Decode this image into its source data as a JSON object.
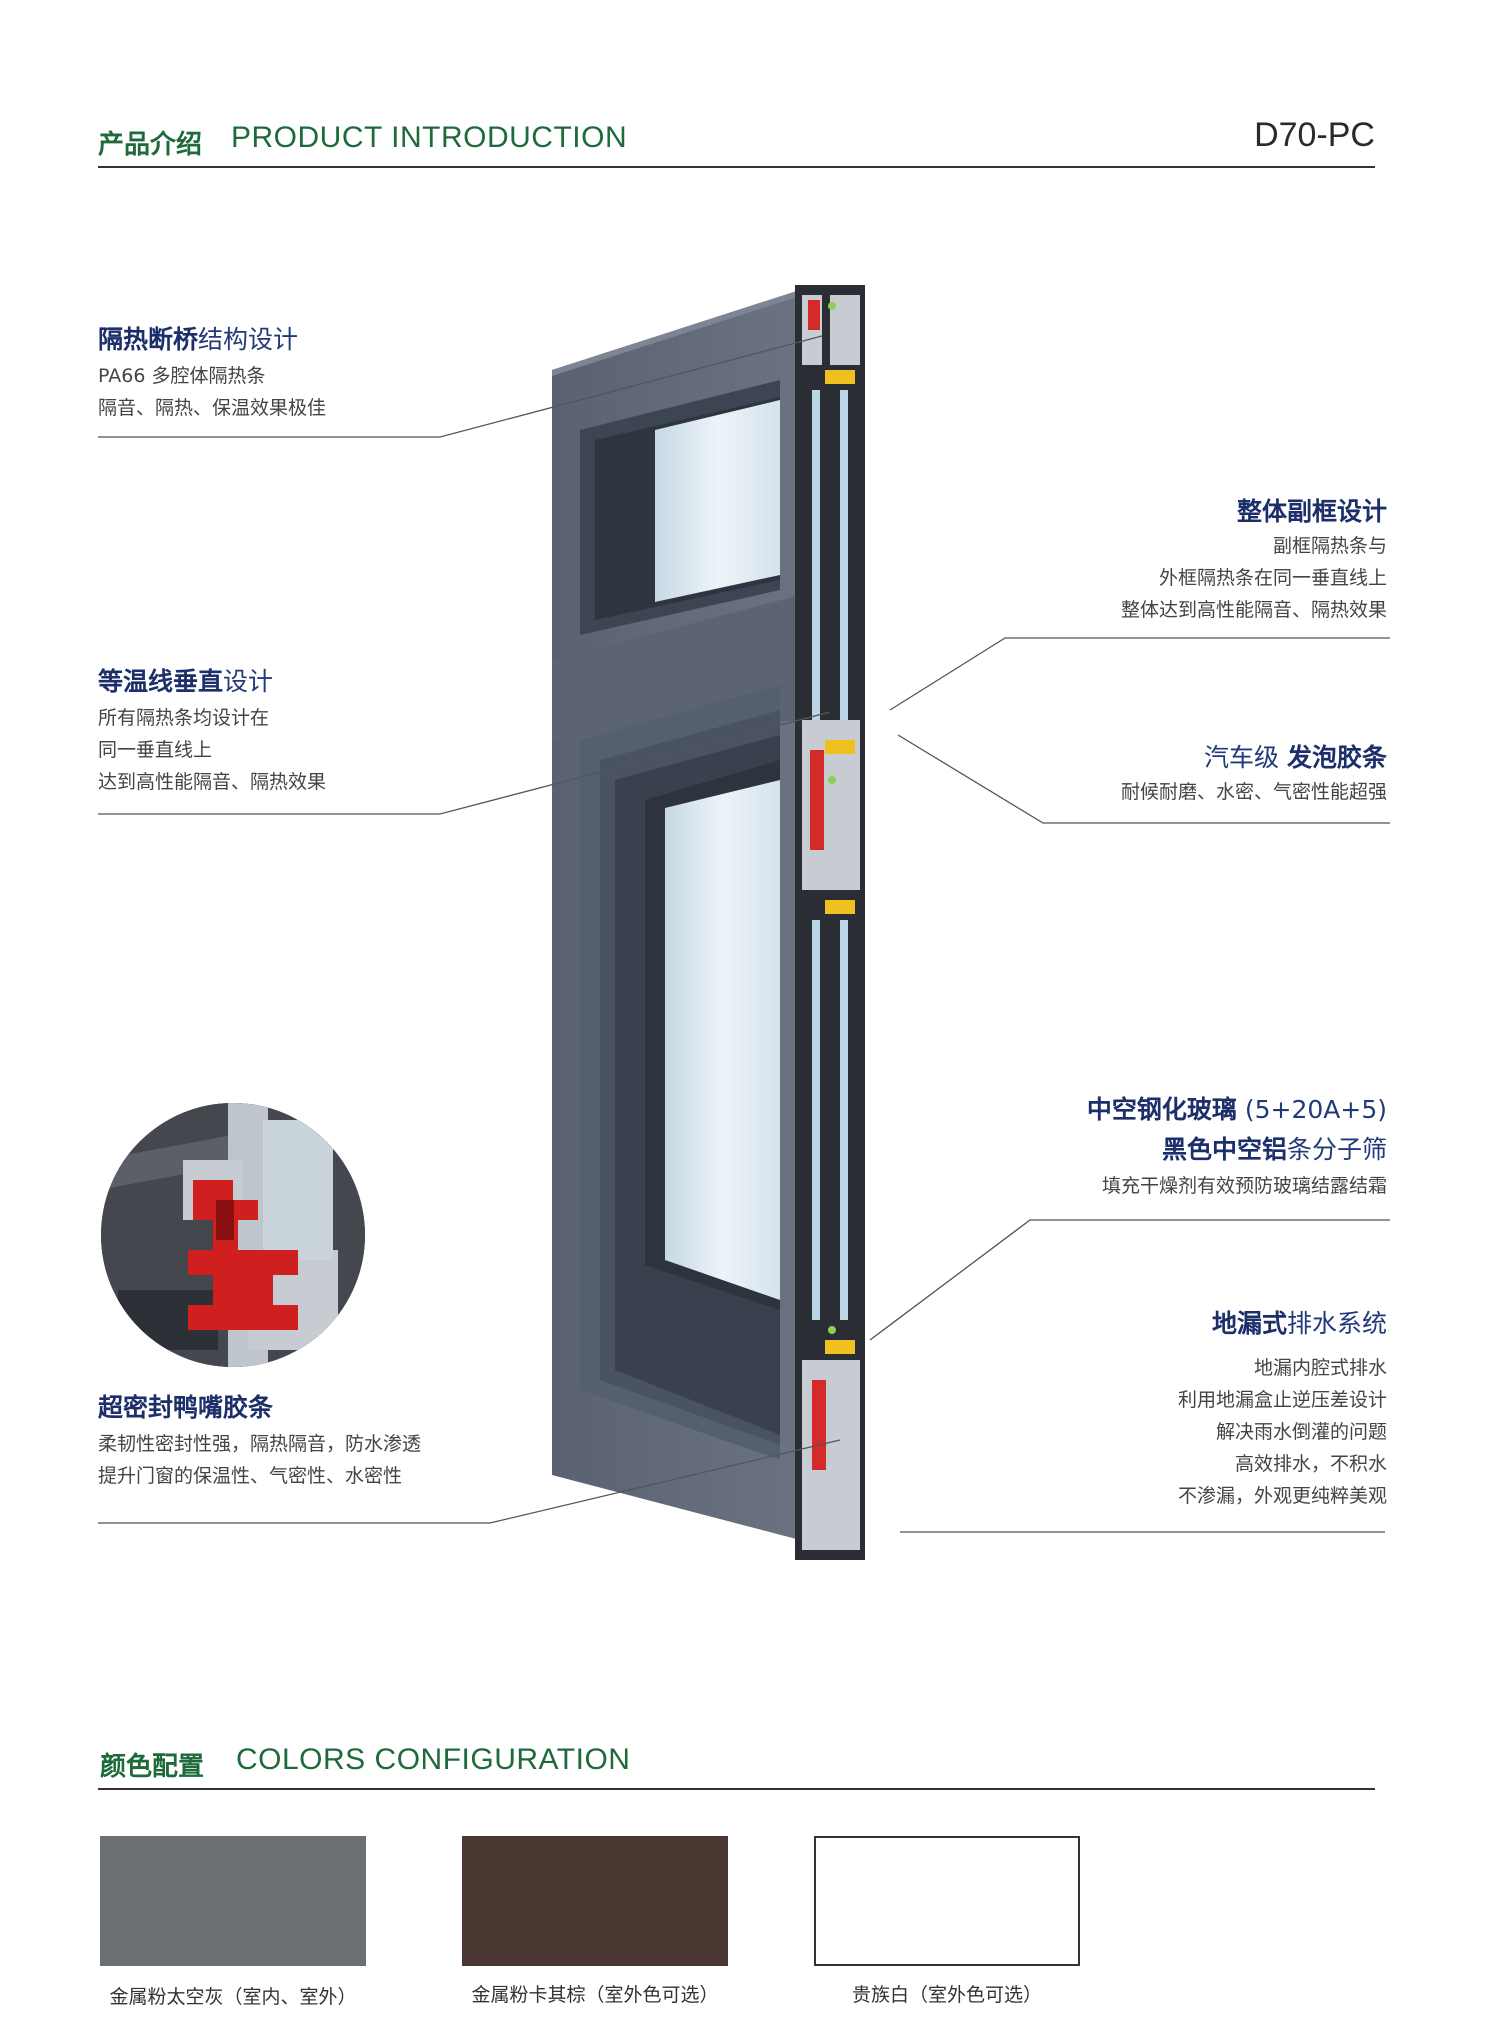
{
  "header": {
    "title_cn": "产品介绍",
    "title_en": "PRODUCT INTRODUCTION",
    "model": "D70-PC"
  },
  "features": {
    "thermal_break": {
      "title_bold": "隔热断桥",
      "title_rest": "结构设计",
      "lines": [
        "PA66 多腔体隔热条",
        "隔音、隔热、保温效果极佳"
      ]
    },
    "subframe": {
      "title_bold": "整体副框设计",
      "title_rest": "",
      "lines": [
        "副框隔热条与",
        "外框隔热条在同一垂直线上",
        "整体达到高性能隔音、隔热效果"
      ]
    },
    "isotherm": {
      "title_bold": "等温线垂直",
      "title_rest": "设计",
      "lines": [
        "所有隔热条均设计在",
        "同一垂直线上",
        "达到高性能隔音、隔热效果"
      ]
    },
    "foam_strip": {
      "title_pre": "汽车级 ",
      "title_bold": "发泡胶条",
      "lines": [
        "耐候耐磨、水密、气密性能超强"
      ]
    },
    "glass": {
      "title1_bold": "中空钢化玻璃",
      "title1_rest": " (5+20A+5)",
      "title2_bold": "黑色中空铝",
      "title2_rest": "条分子筛",
      "lines": [
        "填充干燥剂有效预防玻璃结露结霜"
      ]
    },
    "drainage": {
      "title_bold": "地漏式",
      "title_rest": "排水系统",
      "lines": [
        "地漏内腔式排水",
        "利用地漏盒止逆压差设计",
        "解决雨水倒灌的问题",
        "高效排水，不积水",
        "不渗漏，外观更纯粹美观"
      ]
    },
    "seal": {
      "title_bold": "超密封鸭嘴胶条",
      "title_rest": "",
      "lines": [
        "柔韧性密封性强，隔热隔音，防水渗透",
        "提升门窗的保温性、气密性、水密性"
      ]
    }
  },
  "colors_section": {
    "title_cn": "颜色配置",
    "title_en": "COLORS CONFIGURATION",
    "swatches": [
      {
        "label": "金属粉太空灰（室内、室外）",
        "color": "#6b6e72"
      },
      {
        "label": "金属粉卡其棕（室外色可选）",
        "color": "#4a3731"
      },
      {
        "label": "贵族白（室外色可选）",
        "color": "#ffffff"
      }
    ]
  }
}
